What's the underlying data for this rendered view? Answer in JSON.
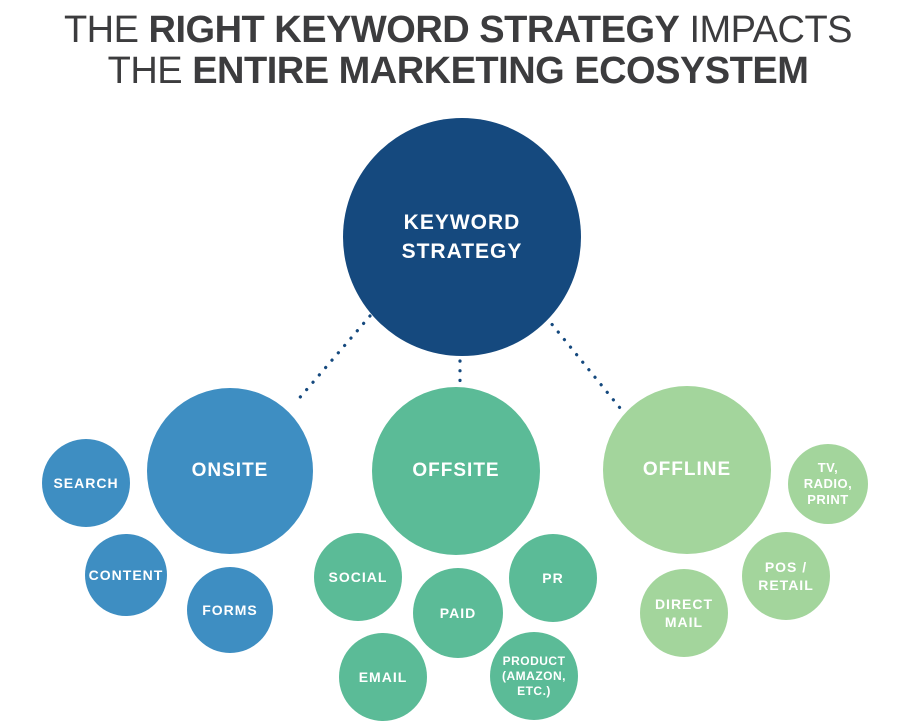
{
  "title": {
    "line1_light_start": "THE ",
    "line1_bold": "RIGHT KEYWORD STRATEGY",
    "line1_light_end": " IMPACTS",
    "line2_light_start": "THE ",
    "line2_bold": "ENTIRE MARKETING ECOSYSTEM"
  },
  "colors": {
    "center_circle": "#15497E",
    "onsite_blue": "#3E8EC2",
    "offsite_teal": "#5BBB97",
    "offline_green": "#A3D59C",
    "connector_dots": "#15497E",
    "title_text": "#3C3C3E",
    "circle_text": "#FFFFFF"
  },
  "diagram": {
    "center": {
      "label": "KEYWORD\nSTRATEGY"
    },
    "onsite": {
      "hub": "ONSITE",
      "search": "SEARCH",
      "content": "CONTENT",
      "forms": "FORMS"
    },
    "offsite": {
      "hub": "OFFSITE",
      "social": "SOCIAL",
      "paid": "PAID",
      "pr": "PR",
      "email": "EMAIL",
      "product": "PRODUCT\n(AMAZON,\nETC.)"
    },
    "offline": {
      "hub": "OFFLINE",
      "tv_radio_print": "TV,\nRADIO,\nPRINT",
      "pos_retail": "POS /\nRETAIL",
      "direct_mail": "DIRECT\nMAIL"
    }
  }
}
